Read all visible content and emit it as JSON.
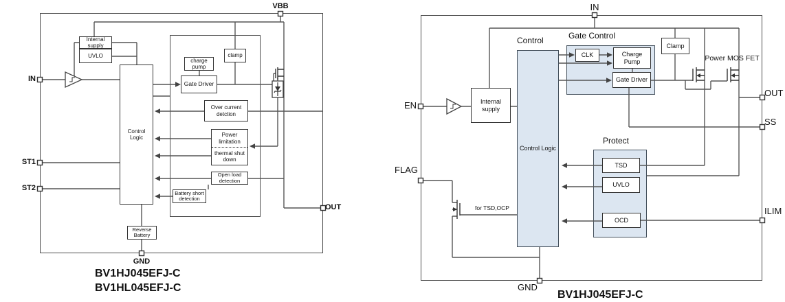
{
  "colors": {
    "group_fill": "#dce6f1",
    "line": "#555555",
    "box_border": "#333333"
  },
  "left": {
    "pins": {
      "vbb": "VBB",
      "in": "IN",
      "st1": "ST1",
      "st2": "ST2",
      "out": "OUT",
      "gnd": "GND"
    },
    "blocks": {
      "internal_supply": "Internal supply",
      "uvlo": "UVLO",
      "charge_pump": "charge pump",
      "gate_driver": "Gate Driver",
      "clamp": "clamp",
      "over_current": "Over current detction",
      "power_limitation": "Power limitation",
      "thermal_shutdown": "thermal shut down",
      "open_load": "Open load detection",
      "battery_short": "Battery short detection",
      "control_logic": "Control Logic",
      "reverse_battery": "Reverse Battery"
    },
    "part_numbers": {
      "line1": "BV1HJ045EFJ-C",
      "line2": "BV1HL045EFJ-C"
    }
  },
  "right": {
    "pins": {
      "in": "IN",
      "en": "EN",
      "flag": "FLAG",
      "out": "OUT",
      "ss": "SS",
      "ilim": "ILIM",
      "gnd": "GND"
    },
    "group_labels": {
      "control": "Control",
      "gate_control": "Gate Control",
      "protect": "Protect",
      "power_mos_fet": "Power MOS FET",
      "for_tsd_ocp": "for TSD,OCP"
    },
    "blocks": {
      "internal_supply": "Internal supply",
      "control_logic": "Control Logic",
      "clk": "CLK",
      "charge_pump": "Charge Pump",
      "gate_driver": "Gate Driver",
      "clamp": "Clamp",
      "tsd": "TSD",
      "uvlo": "UVLO",
      "ocd": "OCD"
    },
    "part_number": "BV1HJ045EFJ-C"
  }
}
